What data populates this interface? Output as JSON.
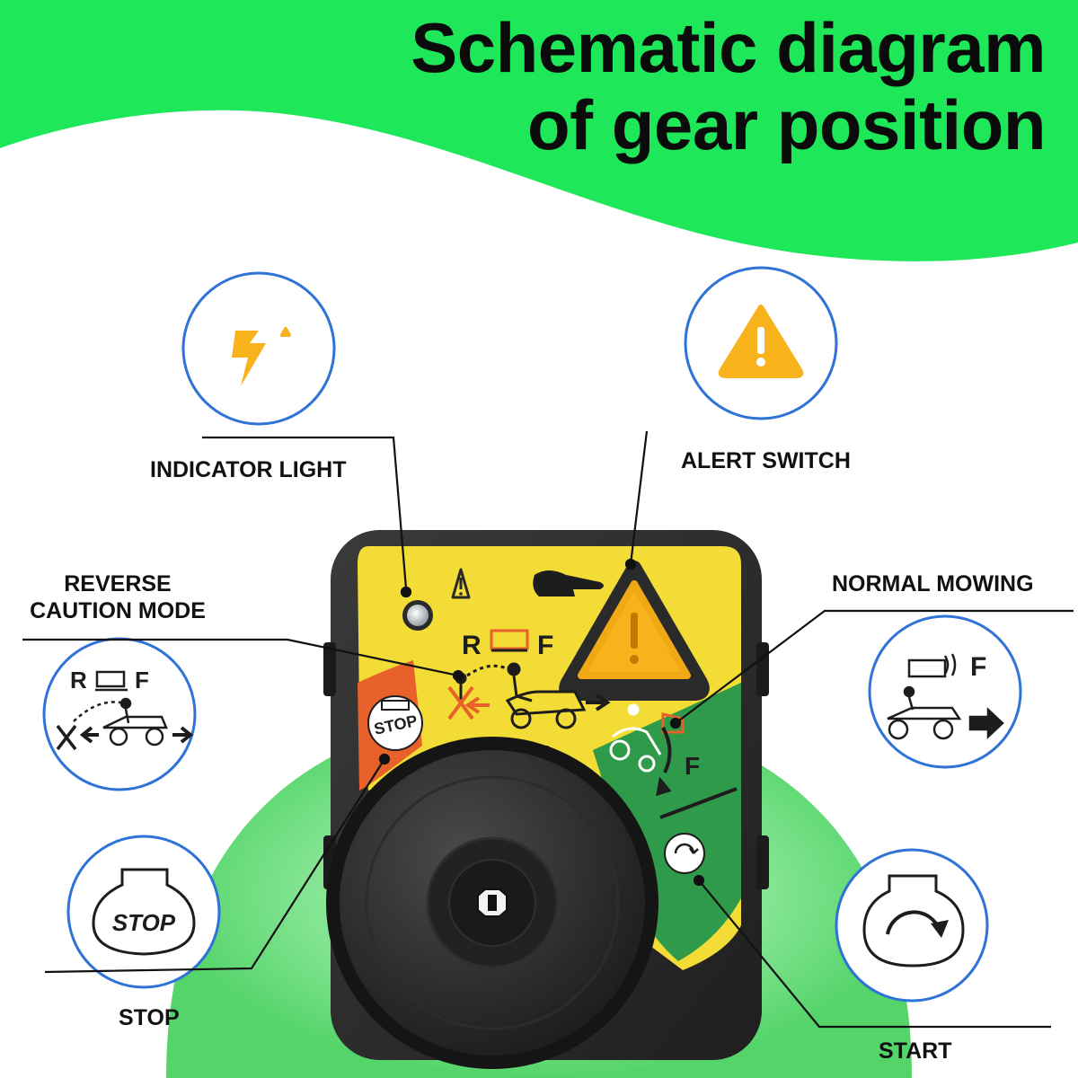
{
  "title": {
    "line1": "Schematic diagram",
    "line2": "of gear position"
  },
  "callouts": {
    "indicator_light": "INDICATOR LIGHT",
    "alert_switch": "ALERT SWITCH",
    "reverse_caution_mode": [
      "REVERSE",
      "CAUTION MODE"
    ],
    "normal_mowing": "NORMAL MOWING",
    "stop": "STOP",
    "start": "START"
  },
  "switch_face": {
    "letter_r": "R",
    "letter_f": "F",
    "stop_label": "STOP",
    "green_letter_f": "F"
  },
  "icon_circles": {
    "reverse_r": "R",
    "reverse_f": "F",
    "mowing_f": "F",
    "stop_label": "STOP"
  },
  "colors": {
    "banner_green": "#1ee85a",
    "panel_yellow": "#f2dc35",
    "stop_orange": "#e8612a",
    "mow_green": "#2e9a4a",
    "alert_orange": "#f7b21c",
    "circle_blue": "#2f73d6",
    "housing": "#2b2b2b"
  }
}
